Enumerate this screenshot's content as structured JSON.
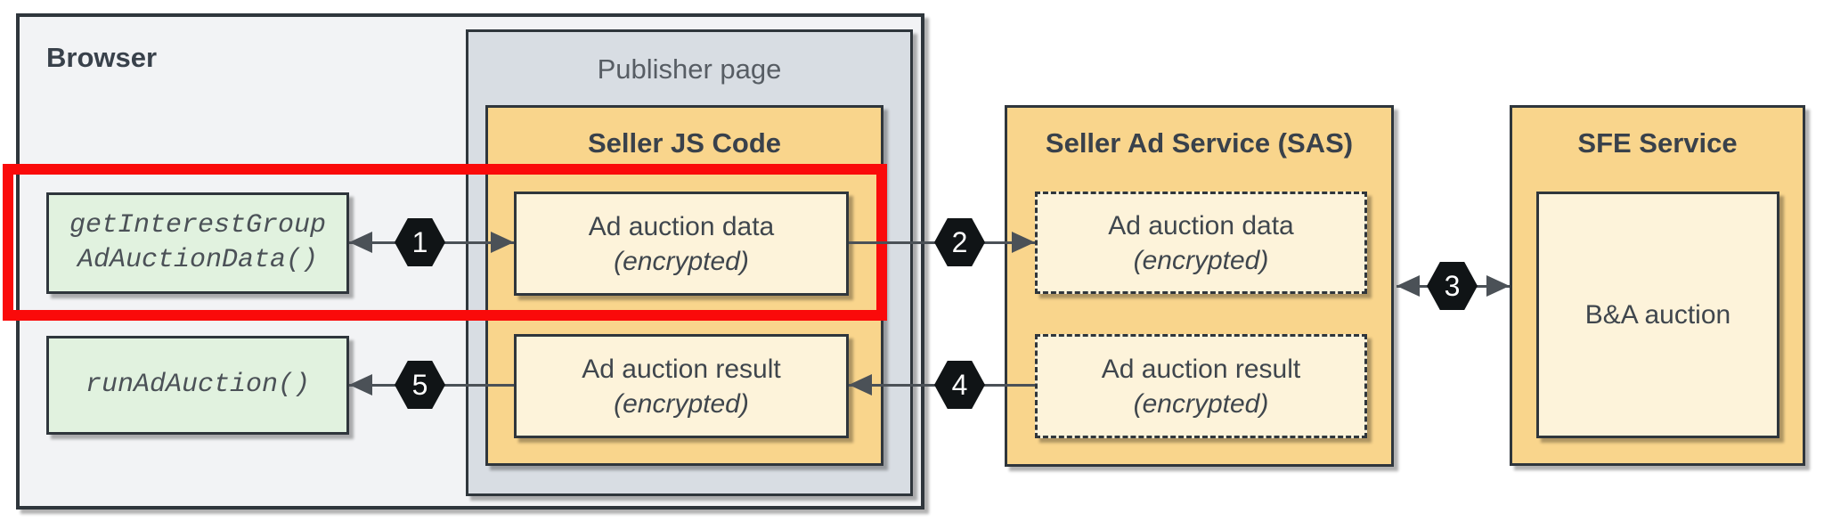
{
  "browser": {
    "label": "Browser"
  },
  "publisher": {
    "label": "Publisher page"
  },
  "seller_js": {
    "title": "Seller JS Code",
    "data_box": {
      "line1": "Ad auction data",
      "line2": "(encrypted)"
    },
    "result_box": {
      "line1": "Ad auction result",
      "line2": "(encrypted)"
    }
  },
  "browser_api": {
    "get_box": {
      "line1": "getInterestGroup",
      "line2": "AdAuctionData()"
    },
    "run_box": {
      "line1": "runAdAuction()"
    }
  },
  "sas": {
    "title": "Seller Ad Service (SAS)",
    "data_box": {
      "line1": "Ad auction data",
      "line2": "(encrypted)"
    },
    "result_box": {
      "line1": "Ad auction result",
      "line2": "(encrypted)"
    }
  },
  "sfe": {
    "title": "SFE Service",
    "box": {
      "label": "B&A auction"
    }
  },
  "steps": {
    "s1": "1",
    "s2": "2",
    "s3": "3",
    "s4": "4",
    "s5": "5"
  },
  "colors": {
    "highlight_red": "#fa0a0a",
    "container_orange": "#f9d58c",
    "inner_cream": "#fdf3da",
    "api_green": "#e1f2df",
    "publisher_gray": "#d8dde3",
    "browser_gray": "#f2f3f5",
    "border_dark": "#2f363c",
    "arrow_gray": "#4b5157",
    "hexagon_black": "#101416"
  }
}
